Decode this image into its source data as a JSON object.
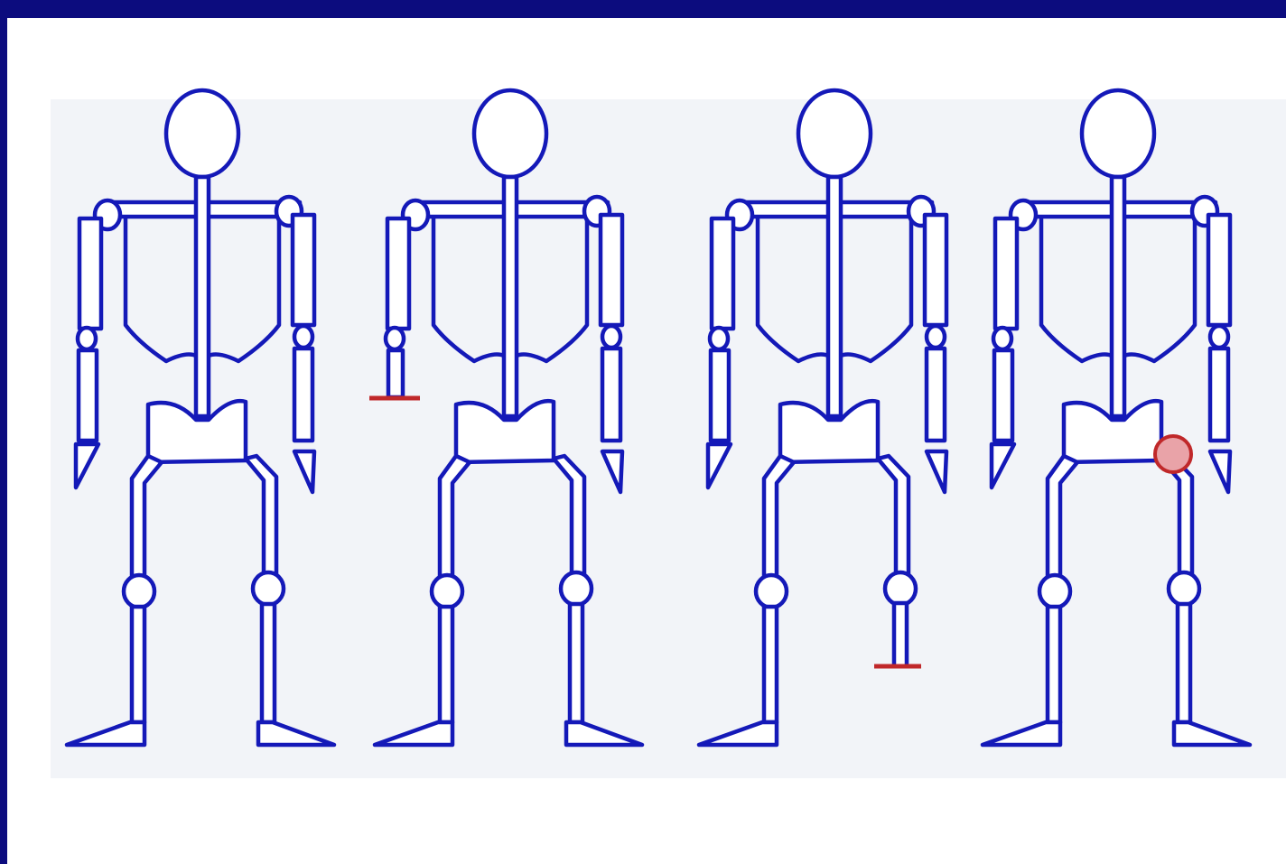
{
  "colors": {
    "slide_background": "#0c0c7e",
    "scan_background": "#ffffff",
    "panel_background": "#f2f4f8",
    "figure_stroke": "#1419b8",
    "amputation_mark": "#c0282a",
    "joint_mark_fill": "#e9a3a8",
    "joint_mark_stroke": "#c0282a"
  },
  "figures": [
    {
      "name": "figure-intact",
      "marker": "none"
    },
    {
      "name": "figure-forearm-amputation",
      "marker": "right-forearm-cut"
    },
    {
      "name": "figure-lower-leg-amputation",
      "marker": "left-lower-leg-cut"
    },
    {
      "name": "figure-hip-joint-marked",
      "marker": "left-hip-joint"
    }
  ]
}
